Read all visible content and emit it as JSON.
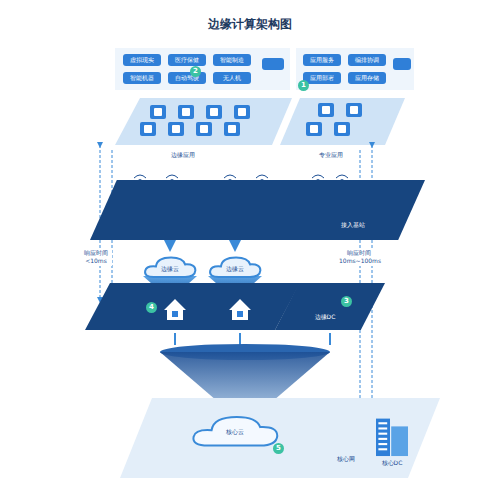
{
  "diagram": {
    "title": "边缘计算架构图",
    "nodes": [
      {
        "text": [
          "虚拟现实"
        ]
      },
      {
        "text": [
          "医疗保健"
        ]
      },
      {
        "text": [
          "智能制造"
        ]
      },
      {
        "text": [
          "智能机器"
        ]
      },
      {
        "text": [
          "自动驾驶"
        ]
      },
      {
        "text": [
          "无人机"
        ]
      },
      {
        "text": [
          "应用服务"
        ]
      },
      {
        "text": [
          "编排协调"
        ]
      },
      {
        "text": [
          "应用部署"
        ]
      },
      {
        "text": [
          "应用存储"
        ]
      },
      {
        "text": [
          "接入基站"
        ]
      },
      {
        "text": [
          "边缘云"
        ]
      },
      {
        "text": [
          "边缘云"
        ]
      },
      {
        "text": [
          "边缘DC"
        ]
      },
      {
        "text": [
          "核心网"
        ]
      },
      {
        "text": [
          "核心云"
        ],
        "in": 14
      },
      {
        "text": [
          "核心DC"
        ]
      }
    ],
    "edges": [
      {
        "from": 10,
        "to": 11,
        "arrow": "both"
      },
      {
        "from": 10,
        "to": 12,
        "arrow": "both"
      }
    ],
    "labels": [
      "1",
      "2",
      "3",
      "4",
      "5",
      "边缘应用",
      "专业应用",
      "响应时间 <10ms",
      "响应时间 10ms~100ms"
    ]
  }
}
